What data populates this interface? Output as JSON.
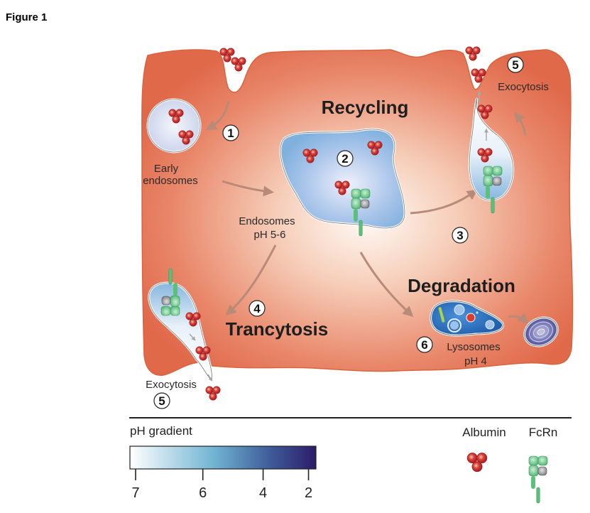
{
  "figure": {
    "title": "Figure 1"
  },
  "processes": {
    "recycling": "Recycling",
    "degradation": "Degradation",
    "transcytosis": "Trancytosis"
  },
  "labels": {
    "early_endosomes_line1": "Early",
    "early_endosomes_line2": "endosomes",
    "endosomes_line1": "Endosomes",
    "endosomes_line2": "pH 5-6",
    "lysosomes_line1": "Lysosomes",
    "lysosomes_line2": "pH 4",
    "exocytosis_top": "Exocytosis",
    "exocytosis_bottom": "Exocytosis"
  },
  "steps": [
    {
      "id": "1",
      "label": "1"
    },
    {
      "id": "2",
      "label": "2"
    },
    {
      "id": "3",
      "label": "3"
    },
    {
      "id": "4",
      "label": "4"
    },
    {
      "id": "5a",
      "label": "5"
    },
    {
      "id": "5b",
      "label": "5"
    },
    {
      "id": "6",
      "label": "6"
    }
  ],
  "legend": {
    "ph_gradient_title": "pH gradient",
    "ph_ticks": [
      "7",
      "6",
      "4",
      "2"
    ],
    "ph_colors": [
      "#ffffff",
      "#6fb3d2",
      "#3d5a99",
      "#2e1f6b"
    ],
    "albumin_label": "Albumin",
    "fcrn_label": "FcRn"
  },
  "colors": {
    "cell": "#e2704f",
    "cell_light": "#fbe6dc",
    "albumin": "#c0282a",
    "fcrn_green": "#62c585",
    "fcrn_gray": "#9a9a9e",
    "endosome_blue": "#86b6df",
    "lysosome_blue": "#2f73c3"
  }
}
